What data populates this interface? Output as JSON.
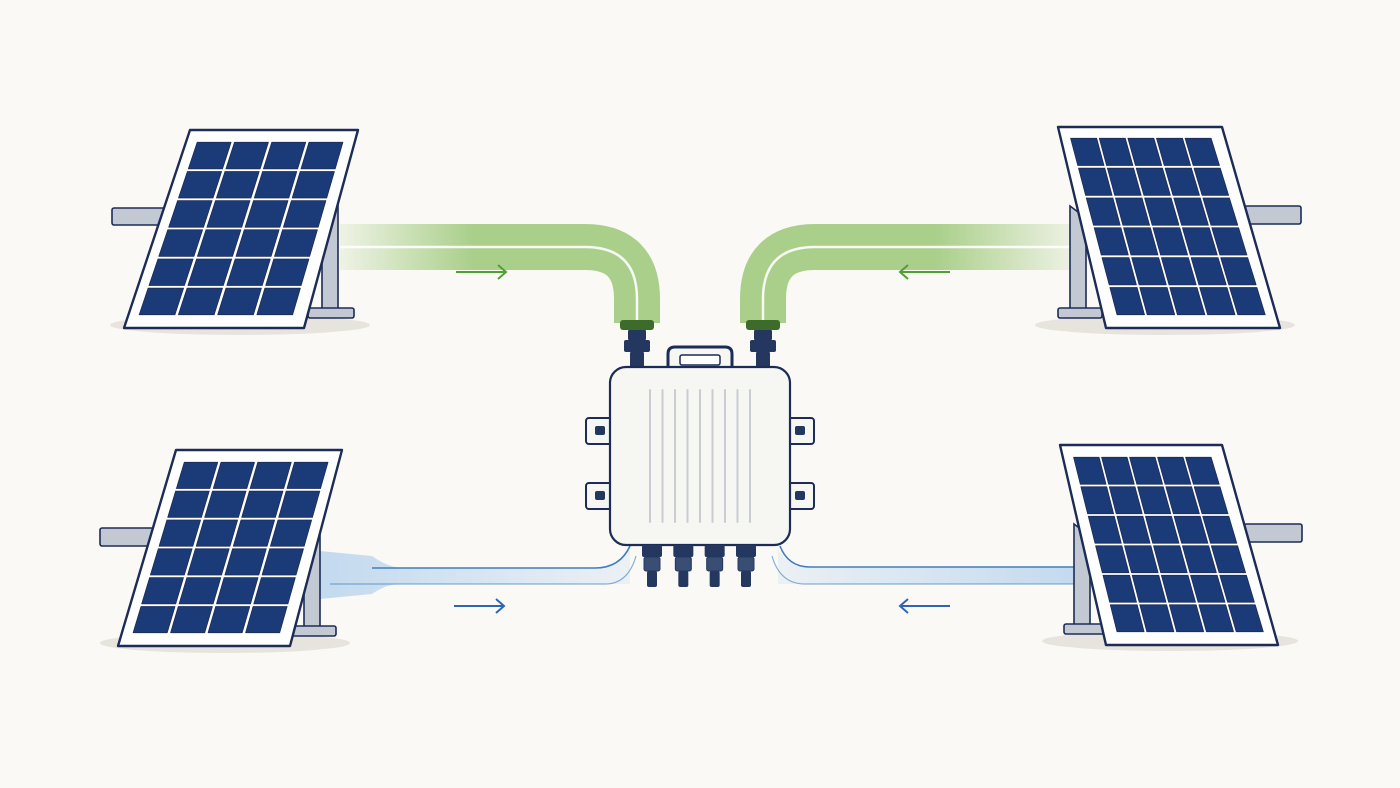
{
  "colors": {
    "background": "#fbf9f5",
    "outline": "#1c2c57",
    "cell": "#1b3a78",
    "frame": "#ffffff",
    "mount": "#c3c9d3",
    "shadow": "#e7e4de",
    "thick_cable": "#a9cf8a",
    "thick_arrow": "#52a035",
    "thin_cable": "#bcd6ee",
    "thin_cable_line": "#3f7fc0",
    "thin_arrow": "#2f66b3",
    "device_body": "#f6f6f3",
    "device_fins": "#c9ccd1",
    "connector": "#24375e"
  },
  "panels": [
    {
      "id": "top-left",
      "cell_rows": 6,
      "cell_cols": 4
    },
    {
      "id": "top-right",
      "cell_rows": 6,
      "cell_cols": 5
    },
    {
      "id": "bottom-left",
      "cell_rows": 6,
      "cell_cols": 4
    },
    {
      "id": "bottom-right",
      "cell_rows": 6,
      "cell_cols": 5
    }
  ],
  "cables": [
    {
      "id": "top-left",
      "style": "thick",
      "flow_arrow": "right-arrow"
    },
    {
      "id": "top-right",
      "style": "thick",
      "flow_arrow": "left-arrow"
    },
    {
      "id": "bottom-left",
      "style": "thin",
      "flow_arrow": "right-arrow"
    },
    {
      "id": "bottom-right",
      "style": "thin",
      "flow_arrow": "left-arrow"
    }
  ],
  "device": {
    "name": "junction-box",
    "fins": 9,
    "input_connectors": 2,
    "output_connectors": 4
  }
}
